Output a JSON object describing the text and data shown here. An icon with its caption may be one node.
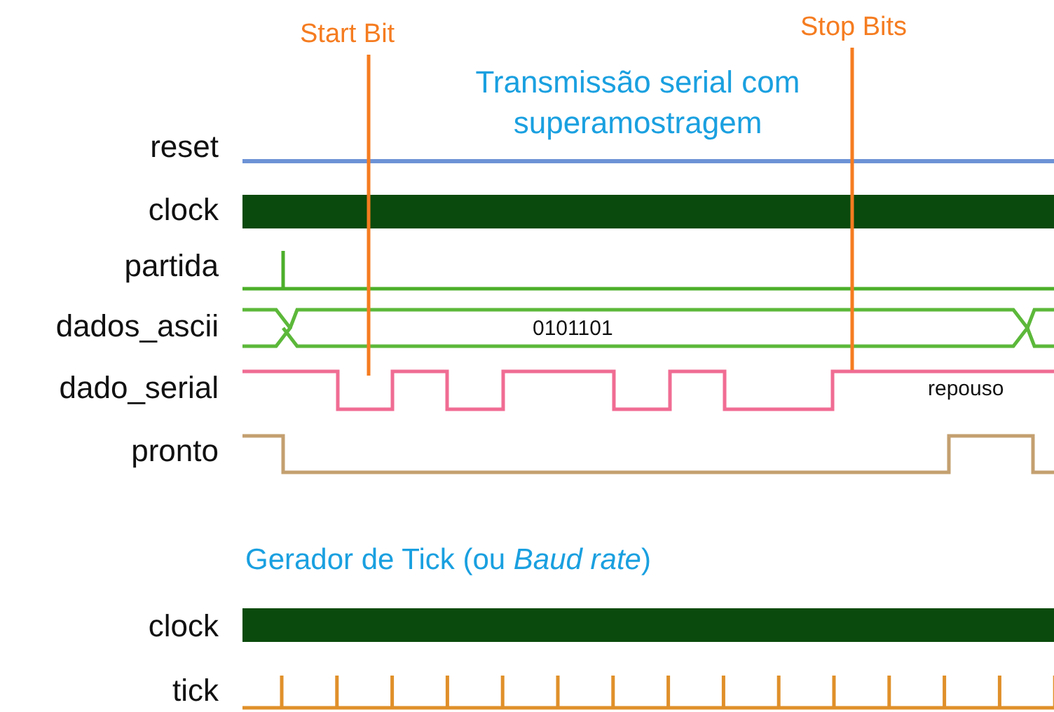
{
  "diagram": {
    "title": "Transmissão serial com superamostragem",
    "nodes": [
      {
        "text": [
          "Start Bit"
        ]
      },
      {
        "text": [
          "Stop Bits"
        ]
      },
      {
        "text": [],
        "shape": "picture"
      }
    ],
    "edges": [
      {
        "from": 0,
        "to": 2,
        "arrow": "none"
      },
      {
        "from": 1,
        "to": 2,
        "arrow": "none"
      }
    ],
    "labels": [
      "reset",
      "clock",
      "partida",
      "dados_ascii",
      "dado_serial",
      "pronto",
      "0101101",
      "repouso",
      "Gerador de Tick (ou *Baud rate*)",
      "clock",
      "tick"
    ]
  }
}
